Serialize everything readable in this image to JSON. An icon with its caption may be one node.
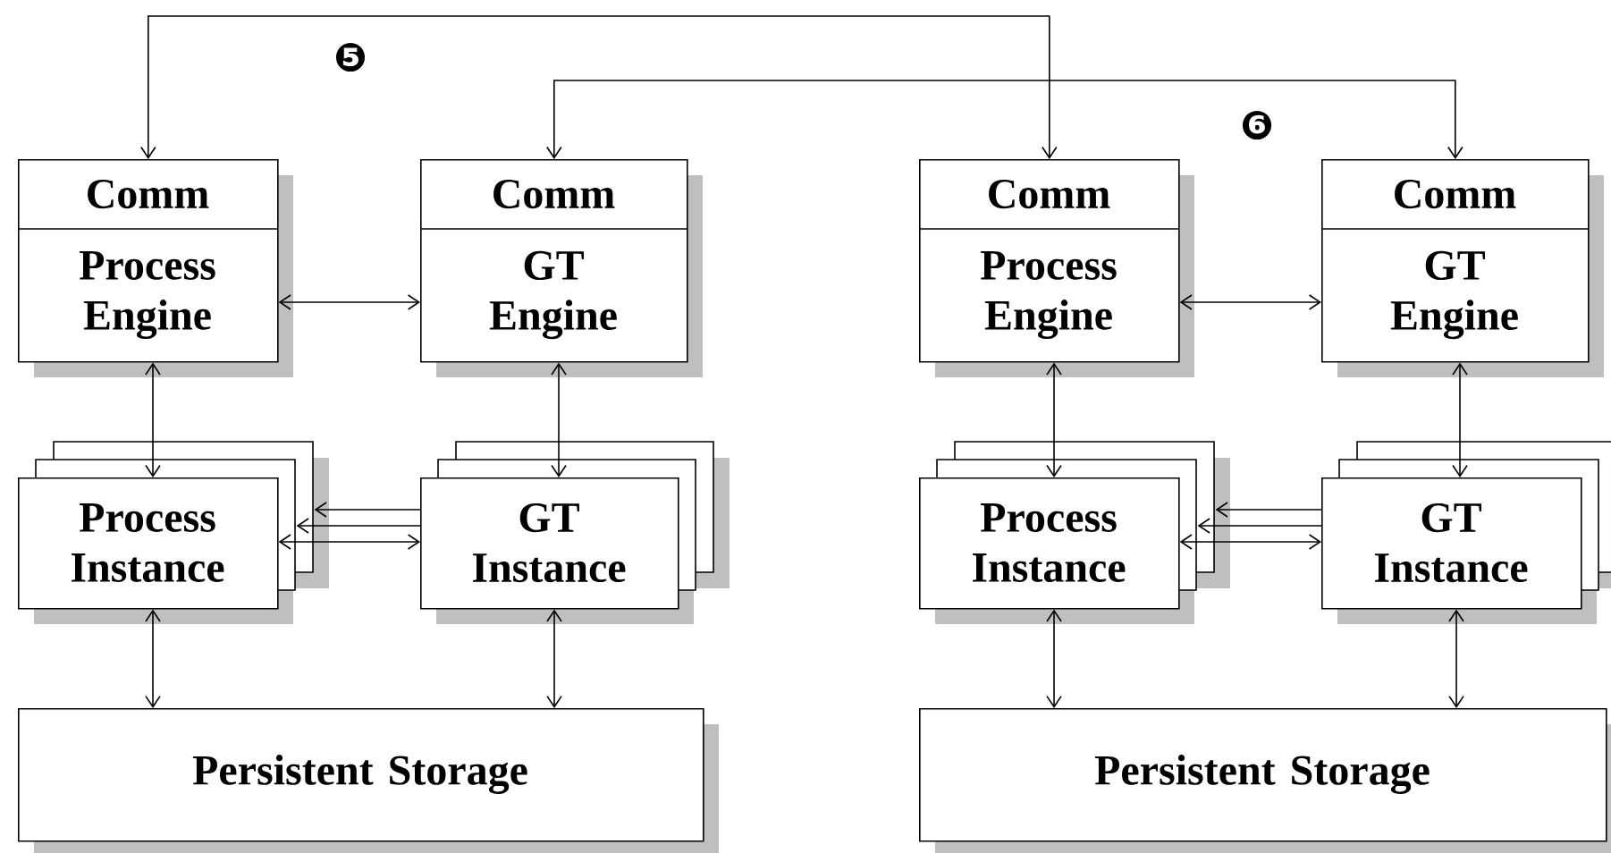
{
  "diagram": {
    "nodes": [
      {
        "text": [
          "Comm",
          "Process Engine"
        ]
      },
      {
        "text": [
          "Comm",
          "GT Engine"
        ]
      },
      {
        "text": [
          "Comm",
          "Process Engine"
        ]
      },
      {
        "text": [
          "Comm",
          "GT Engine"
        ]
      },
      {
        "text": [
          "Process Instance"
        ]
      },
      {
        "text": [
          "GT Instance"
        ]
      },
      {
        "text": [
          "Process Instance"
        ]
      },
      {
        "text": [
          "GT Instance"
        ]
      },
      {
        "text": [
          "Persistent Storage"
        ]
      },
      {
        "text": [
          "Persistent Storage"
        ]
      }
    ],
    "edges": [
      {
        "from": 0,
        "to": 2,
        "arrow": "both"
      },
      {
        "from": 1,
        "to": 3,
        "arrow": "both"
      },
      {
        "from": 0,
        "to": 1,
        "arrow": "both"
      },
      {
        "from": 2,
        "to": 3,
        "arrow": "both"
      },
      {
        "from": 0,
        "to": 4,
        "arrow": "both"
      },
      {
        "from": 1,
        "to": 5,
        "arrow": "both"
      },
      {
        "from": 2,
        "to": 6,
        "arrow": "both"
      },
      {
        "from": 3,
        "to": 7,
        "arrow": "both"
      },
      {
        "from": 5,
        "to": 4,
        "arrow": "to"
      },
      {
        "from": 5,
        "to": 4,
        "arrow": "to"
      },
      {
        "from": 5,
        "to": 4,
        "arrow": "both"
      },
      {
        "from": 7,
        "to": 6,
        "arrow": "to"
      },
      {
        "from": 7,
        "to": 6,
        "arrow": "to"
      },
      {
        "from": 7,
        "to": 6,
        "arrow": "both"
      },
      {
        "from": 4,
        "to": 8,
        "arrow": "both"
      },
      {
        "from": 5,
        "to": 8,
        "arrow": "both"
      },
      {
        "from": 6,
        "to": 9,
        "arrow": "both"
      },
      {
        "from": 7,
        "to": 9,
        "arrow": "both"
      }
    ],
    "labels": [
      "❺",
      "❻"
    ]
  }
}
